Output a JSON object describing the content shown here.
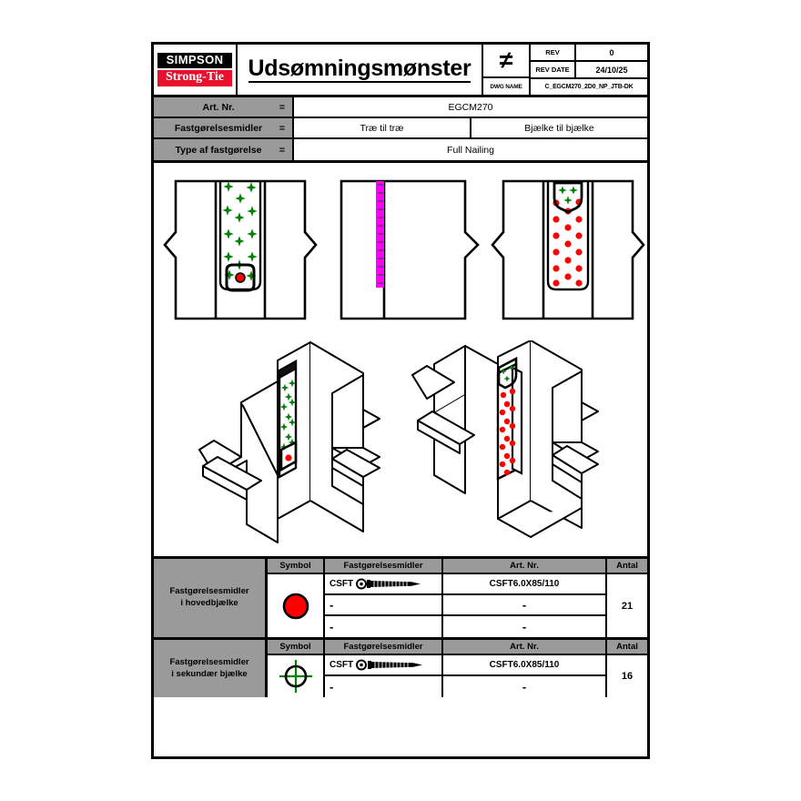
{
  "titleblock": {
    "logo_top": "SIMPSON",
    "logo_bottom": "Strong-Tie",
    "drawing_title": "Udsømningsmønster",
    "projection_symbol": "≠",
    "dwg_name_label": "DWG NAME",
    "dwg_name_value": "C_EGCM270_2D0_NP_JTB-DK",
    "rev_label": "REV",
    "rev_value": "0",
    "rev_date_label": "REV DATE",
    "rev_date_value": "24/10/25"
  },
  "spec": {
    "rows": [
      {
        "label": "Art. Nr.",
        "eq": "=",
        "values": [
          "EGCM270"
        ]
      },
      {
        "label": "Fastgørelsesmidler",
        "eq": "=",
        "values": [
          "Træ til træ",
          "Bjælke til bjælke"
        ]
      },
      {
        "label": "Type af fastgørelse",
        "eq": "=",
        "values": [
          "Full Nailing"
        ]
      }
    ]
  },
  "legend_tables": [
    {
      "name_line1": "Fastgørelsesmidler",
      "name_line2": "i hovedbjælke",
      "symbol": "red-filled-circle",
      "symbol_color": "#ff0000",
      "headers": [
        "Symbol",
        "Fastgørelsesmidler",
        "Art. Nr.",
        "Antal"
      ],
      "rows": [
        {
          "fastener": "CSFT",
          "art_nr": "CSFT6.0X85/110",
          "has_screw_icon": true
        },
        {
          "fastener": "-",
          "art_nr": "-",
          "has_screw_icon": false
        },
        {
          "fastener": "-",
          "art_nr": "-",
          "has_screw_icon": false
        }
      ],
      "antal": "21"
    },
    {
      "name_line1": "Fastgørelsesmidler",
      "name_line2": "i sekundær bjælke",
      "symbol": "green-crosshair-circle",
      "symbol_color": "#008000",
      "headers": [
        "Symbol",
        "Fastgørelsesmidler",
        "Art. Nr.",
        "Antal"
      ],
      "rows": [
        {
          "fastener": "CSFT",
          "art_nr": "CSFT6.0X85/110",
          "has_screw_icon": true
        },
        {
          "fastener": "-",
          "art_nr": "-",
          "has_screw_icon": false
        }
      ],
      "antal": "16"
    }
  ],
  "drawing": {
    "views_2d": [
      {
        "name": "front-view-green-fasteners",
        "marker": "green-star",
        "marker_color": "#008000",
        "count": 14
      },
      {
        "name": "side-view-hatched-plate",
        "marker": "magenta-hatch",
        "marker_color": "#ff00ff"
      },
      {
        "name": "back-view-red-fasteners",
        "marker": "red-dot",
        "marker_color": "#ff0000",
        "count": 21
      }
    ],
    "views_3d": [
      {
        "name": "isometric-view-front",
        "marker": "green-star",
        "marker_color": "#008000"
      },
      {
        "name": "isometric-view-back",
        "marker": "red-dot",
        "marker_color": "#ff0000"
      }
    ]
  },
  "colors": {
    "brand_red": "#e8112d",
    "header_gray": "#9a9a9a",
    "fastener_red": "#ff0000",
    "fastener_green": "#008000",
    "plate_magenta": "#ff00ff"
  }
}
